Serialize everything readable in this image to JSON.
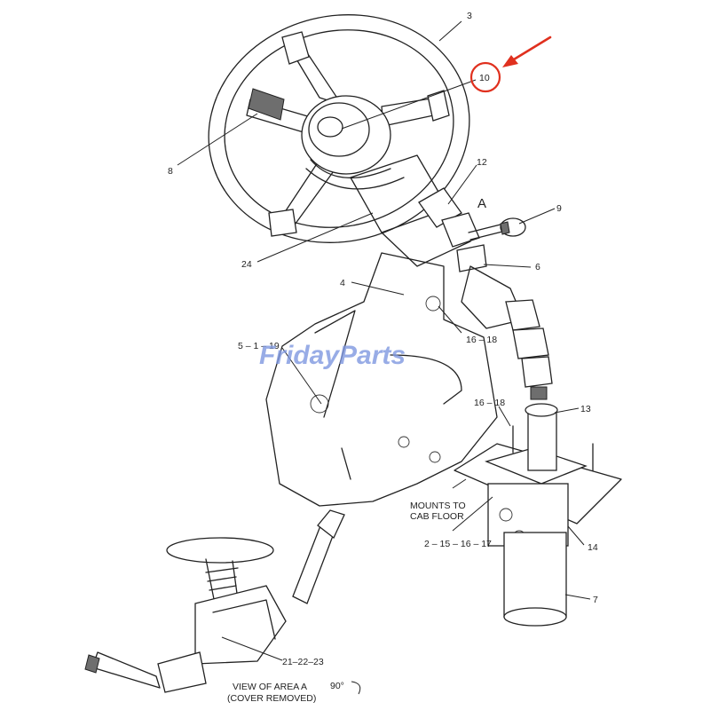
{
  "callouts": {
    "c3": "3",
    "c10": "10",
    "c8": "8",
    "c12": "12",
    "cA": "A",
    "c9": "9",
    "c24": "24",
    "c6": "6",
    "c4": "4",
    "c5": "5 – 1 – 19",
    "c16a": "16 – 18",
    "c16b": "16 – 18",
    "c13": "13",
    "c14": "14",
    "c7": "7",
    "c2": "2 – 15 – 16 – 17",
    "c21": "21–22–23"
  },
  "notes": {
    "mounts_line1": "MOUNTS TO",
    "mounts_line2": "CAB FLOOR",
    "view_line1": "VIEW OF AREA A",
    "view_line2": "(COVER REMOVED)",
    "rotation": "90°"
  },
  "watermark": "FridayParts",
  "colors": {
    "highlight": "#e0301e",
    "watermark": "#7f98e0",
    "line": "#222222"
  }
}
